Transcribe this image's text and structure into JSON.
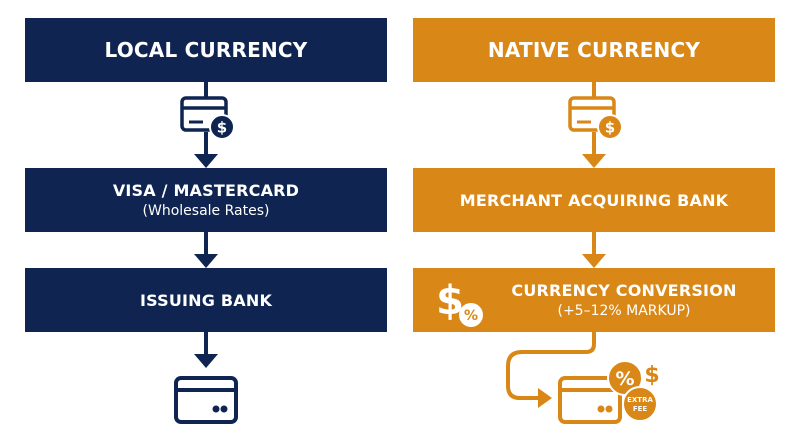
{
  "colors": {
    "left": "#0f2451",
    "right": "#d98716",
    "background": "#ffffff"
  },
  "left_flow": {
    "header": "LOCAL CURRENCY",
    "step1": {
      "label": "VISA / MASTERCARD",
      "sub": "(Wholesale Rates)"
    },
    "step2": {
      "label": "ISSUING BANK"
    },
    "icons": [
      "card-dollar-icon",
      "credit-card-icon"
    ]
  },
  "right_flow": {
    "header": "NATIVE CURRENCY",
    "step1": {
      "label": "MERCHANT ACQUIRING BANK"
    },
    "step2": {
      "label": "CURRENCY CONVERSION",
      "sub": "(+5–12% MARKUP)"
    },
    "icons": [
      "card-dollar-icon",
      "dollar-percent-icon",
      "card-extra-fee-icon"
    ],
    "fee_badge": {
      "line1": "EXTRA",
      "line2": "FEE"
    }
  }
}
